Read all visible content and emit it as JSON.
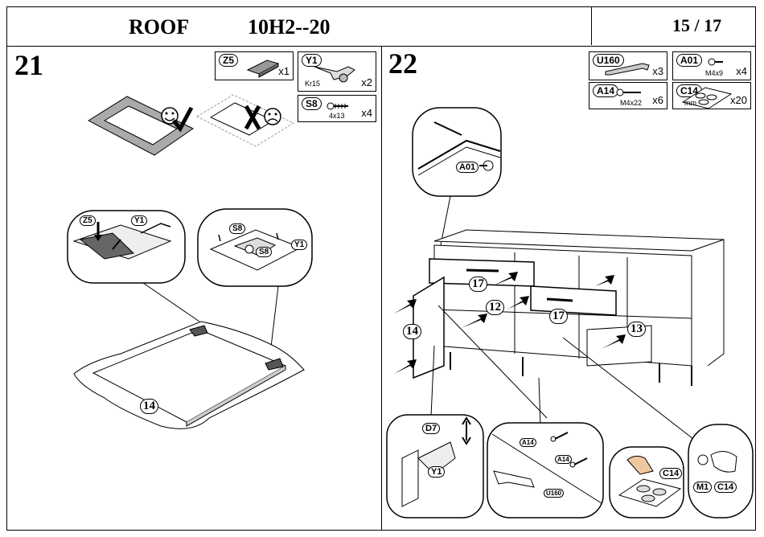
{
  "header": {
    "title": "ROOF",
    "code": "10H2--20",
    "page": "15 / 17"
  },
  "step21": {
    "number": "21",
    "parts": [
      {
        "code": "Z5",
        "qty": "x1",
        "size": ""
      },
      {
        "code": "Y1",
        "qty": "x2",
        "size": "Kr15"
      },
      {
        "code": "S8",
        "qty": "x4",
        "size": "4x13"
      }
    ],
    "callouts": {
      "z5": "Z5",
      "y1a": "Y1",
      "s8a": "S8",
      "s8b": "S8",
      "y1b": "Y1",
      "panel": "14"
    }
  },
  "step22": {
    "number": "22",
    "parts": [
      {
        "code": "U160",
        "qty": "x3",
        "size": ""
      },
      {
        "code": "A01",
        "qty": "x4",
        "size": "M4x9"
      },
      {
        "code": "A14",
        "qty": "x6",
        "size": "M4x22"
      },
      {
        "code": "C14",
        "qty": "x20",
        "size": "mm"
      }
    ],
    "callouts": {
      "a01": "A01",
      "d7": "D7",
      "y1": "Y1",
      "a14a": "A14",
      "a14b": "A14",
      "u160": "U160",
      "c14a": "C14",
      "m1": "M1",
      "c14b": "C14",
      "n17a": "17",
      "n12": "12",
      "n17b": "17",
      "n14": "14",
      "n13": "13"
    }
  }
}
